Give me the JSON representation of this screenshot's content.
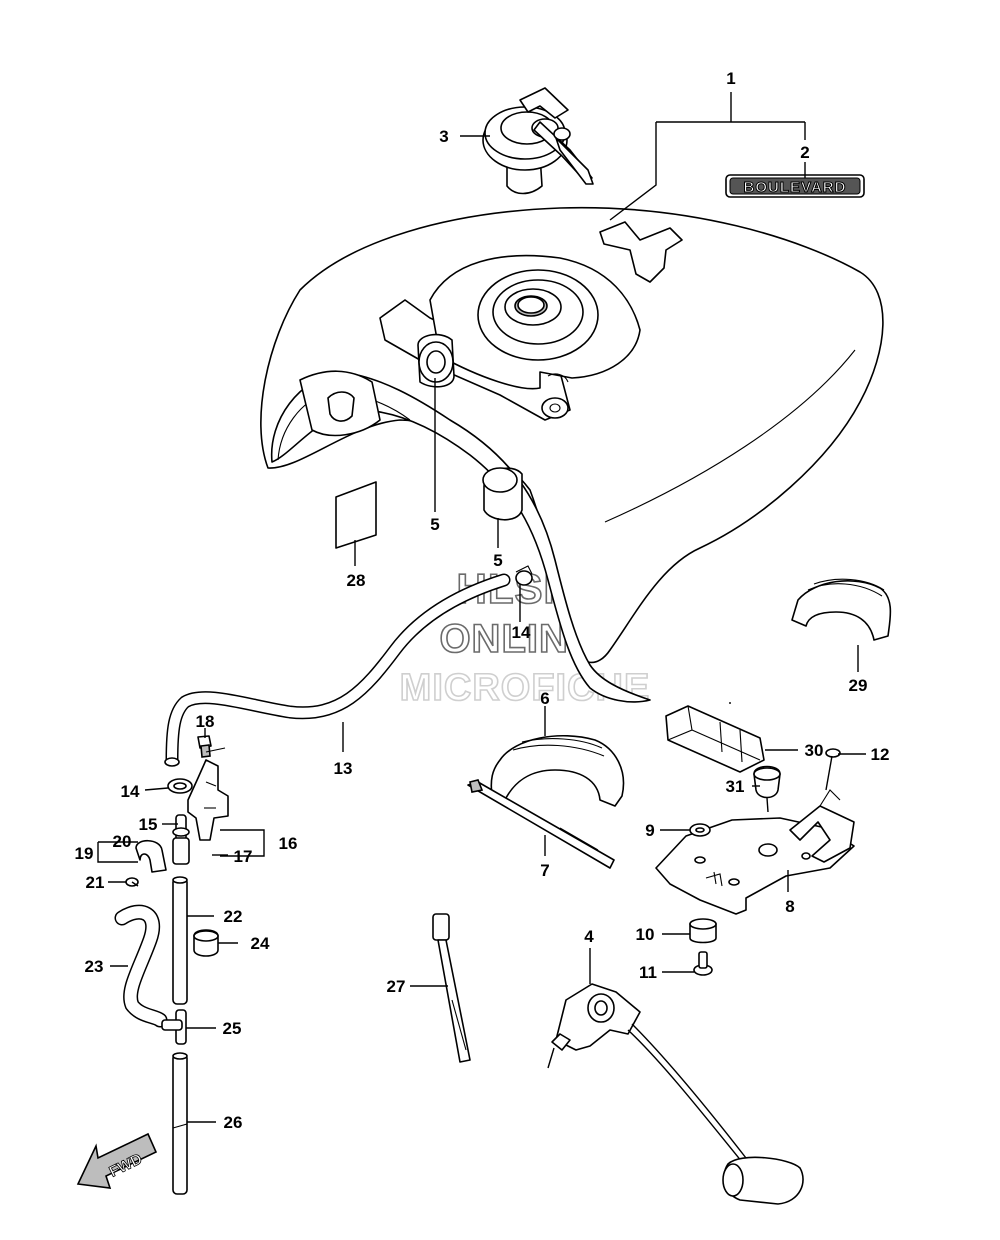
{
  "watermark": {
    "line1": "HLSM",
    "line2": "ONLINE",
    "line3": "MICROFICHE"
  },
  "emblem_text": "BOULEVARD",
  "fwd_label": "FWD",
  "callouts": {
    "c1": "1",
    "c2": "2",
    "c3": "3",
    "c4": "4",
    "c5a": "5",
    "c5b": "5",
    "c6": "6",
    "c7": "7",
    "c8": "8",
    "c9": "9",
    "c10": "10",
    "c11": "11",
    "c12": "12",
    "c13": "13",
    "c14a": "14",
    "c14b": "14",
    "c15": "15",
    "c16": "16",
    "c17": "17",
    "c18": "18",
    "c19": "19",
    "c20": "20",
    "c21": "21",
    "c22": "22",
    "c23": "23",
    "c24": "24",
    "c25": "25",
    "c26": "26",
    "c27": "27",
    "c28": "28",
    "c29": "29",
    "c30": "30",
    "c31": "31"
  }
}
